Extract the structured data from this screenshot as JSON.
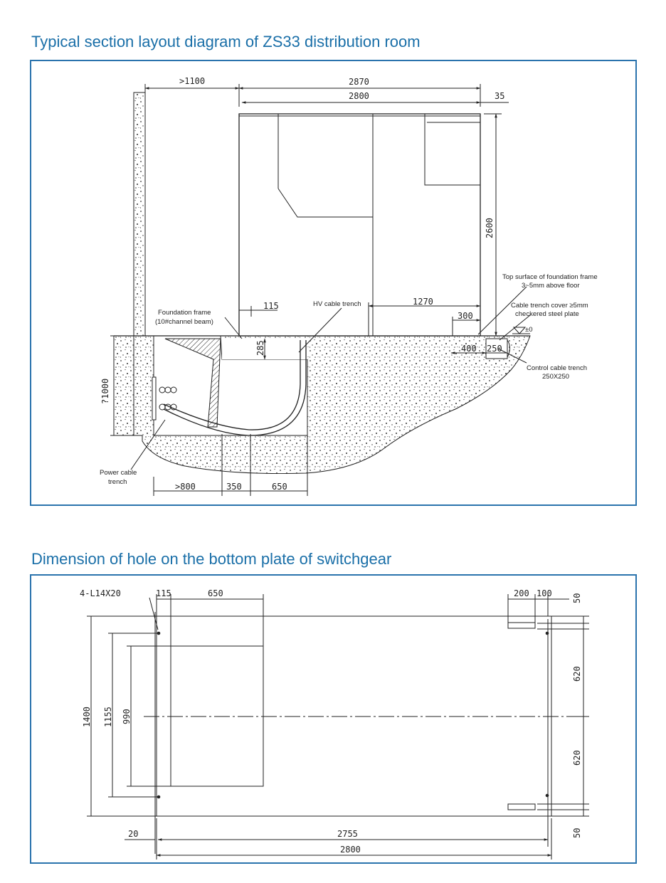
{
  "section": {
    "title": "Typical section layout diagram of ZS33 distribution room",
    "dims": {
      "d1100": ">1100",
      "d2870": "2870",
      "d2800": "2800",
      "d35": "35",
      "d2600": "2600",
      "d115": "115",
      "d1270": "1270",
      "d300": "300",
      "d400": "400",
      "d250": "250",
      "d285": "285",
      "d1000": "?1000",
      "d800": ">800",
      "d350": "350",
      "d650": "650",
      "level": "±0"
    },
    "labels": {
      "foundation_1": "Foundation frame",
      "foundation_2": "(10#channel beam)",
      "hv_trench": "HV cable trench",
      "top_surface_1": "Top surface of foundation frame",
      "top_surface_2": "3~5mm above floor",
      "cover_1": "Cable trench cover ≥5mm",
      "cover_2": "checkered steel plate",
      "control_1": "Control cable trench",
      "control_2": "250X250",
      "power_1": "Power cable",
      "power_2": "trench"
    }
  },
  "plate": {
    "title": "Dimension of hole on the bottom plate of switchgear",
    "dims": {
      "hole_spec": "4-L14X20",
      "d115": "115",
      "d650": "650",
      "d200": "200",
      "d100": "100",
      "d50_top": "50",
      "d620_top": "620",
      "d620_bottom": "620",
      "d50_bottom": "50",
      "d1400": "1400",
      "d1155": "1155",
      "d990": "990",
      "d20": "20",
      "d2755": "2755",
      "d2800": "2800"
    }
  },
  "colors": {
    "heading": "#1a6fa8",
    "frame": "#2a73ad",
    "line": "#222222"
  }
}
